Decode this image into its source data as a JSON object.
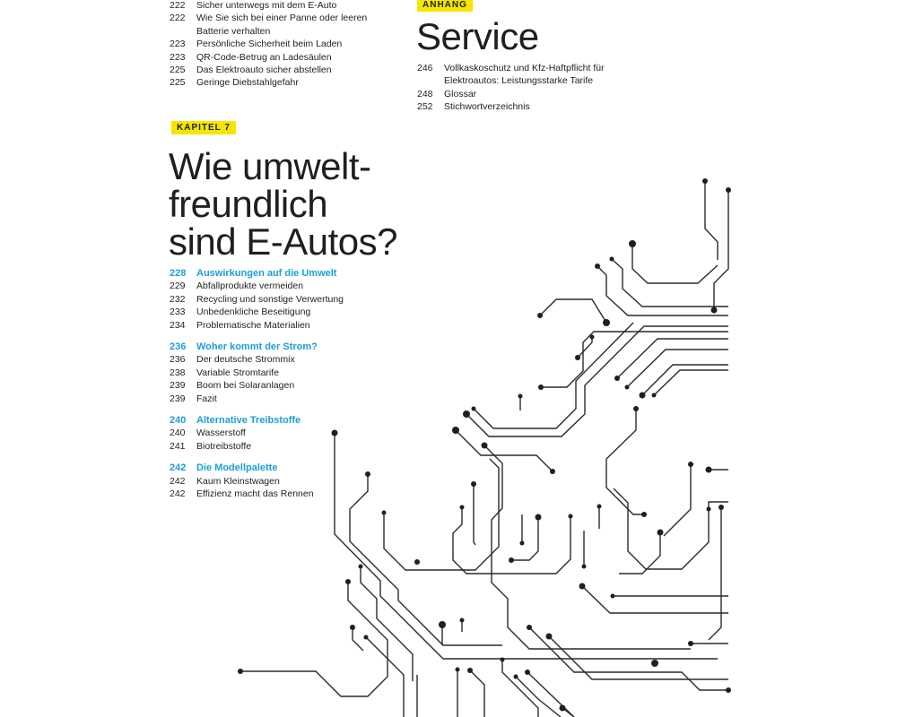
{
  "top_list": [
    {
      "page": "222",
      "title": "Sicher unterwegs mit dem E-Auto"
    },
    {
      "page": "222",
      "title": "Wie Sie sich bei einer Panne oder leeren Batterie verhalten"
    },
    {
      "page": "223",
      "title": "Persönliche Sicherheit beim Laden"
    },
    {
      "page": "223",
      "title": "QR-Code-Betrug an Ladesäulen"
    },
    {
      "page": "225",
      "title": "Das Elektroauto sicher abstellen"
    },
    {
      "page": "225",
      "title": "Geringe Diebstahlgefahr"
    }
  ],
  "anhang": {
    "tag": "ANHANG",
    "title": "Service",
    "items": [
      {
        "page": "246",
        "title": "Vollkaskoschutz und Kfz-Haftpflicht für Elektroautos: Leistungsstarke Tarife"
      },
      {
        "page": "248",
        "title": "Glossar"
      },
      {
        "page": "252",
        "title": "Stichwortverzeichnis"
      }
    ]
  },
  "chapter": {
    "tag": "KAPITEL 7",
    "title_lines": [
      "Wie umwelt-",
      "freundlich",
      "sind E-Autos?"
    ],
    "sections": [
      {
        "page": "228",
        "title": "Auswirkungen auf die Umwelt",
        "items": [
          {
            "page": "229",
            "title": "Abfallprodukte vermeiden"
          },
          {
            "page": "232",
            "title": "Recycling und sonstige Verwertung"
          },
          {
            "page": "233",
            "title": "Unbedenkliche Beseitigung"
          },
          {
            "page": "234",
            "title": "Problematische Materialien"
          }
        ]
      },
      {
        "page": "236",
        "title": "Woher kommt der Strom?",
        "items": [
          {
            "page": "236",
            "title": "Der deutsche Strommix"
          },
          {
            "page": "238",
            "title": "Variable Stromtarife"
          },
          {
            "page": "239",
            "title": "Boom bei Solaranlagen"
          },
          {
            "page": "239",
            "title": "Fazit"
          }
        ]
      },
      {
        "page": "240",
        "title": "Alternative Treibstoffe",
        "items": [
          {
            "page": "240",
            "title": "Wasserstoff"
          },
          {
            "page": "241",
            "title": "Biotreibstoffe"
          }
        ]
      },
      {
        "page": "242",
        "title": "Die Modellpalette",
        "items": [
          {
            "page": "242",
            "title": "Kaum Kleinstwagen"
          },
          {
            "page": "242",
            "title": "Effizienz macht das Rennen"
          }
        ]
      }
    ]
  },
  "colors": {
    "accent_blue": "#1a9fd8",
    "tag_yellow": "#f5e600",
    "text": "#1f1f1f"
  },
  "decoration": {
    "icon": "circuit-board-illustration"
  }
}
